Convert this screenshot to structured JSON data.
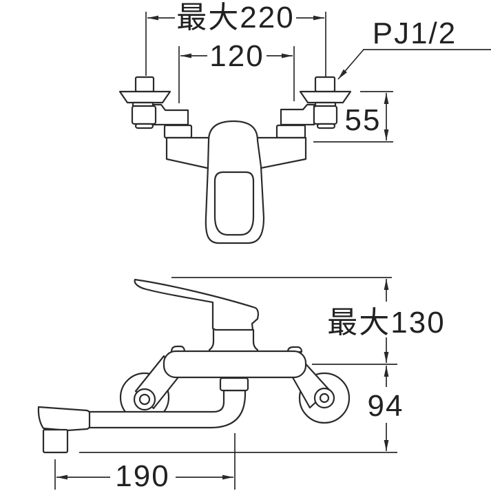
{
  "drawing": {
    "type": "technical-dimension-drawing",
    "subject": "wall-mounted single-lever mixer faucet, front view (top) and side view (bottom)",
    "background_color": "#ffffff",
    "line_color": "#2a2a2a",
    "dimensions": {
      "top_width_max": "最大220",
      "top_width_inner": "120",
      "thread_size": "PJ1/2",
      "union_height": "55",
      "handle_height_max": "最大130",
      "spout_drop": "94",
      "spout_reach": "190"
    }
  }
}
